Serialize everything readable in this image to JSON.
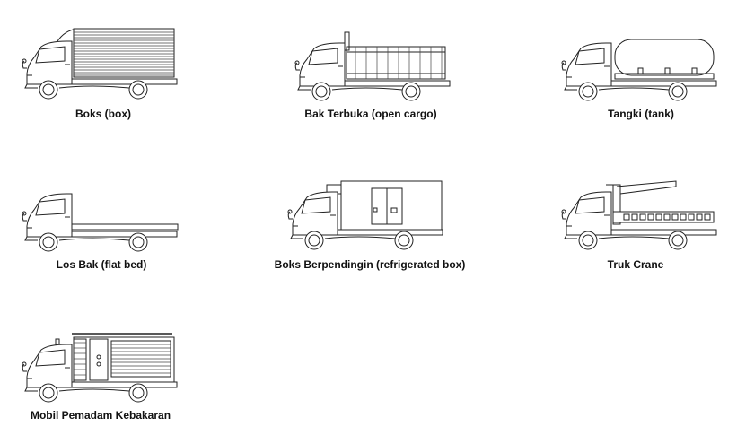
{
  "trucks": [
    {
      "id": "box",
      "label": "Boks (box)"
    },
    {
      "id": "open-cargo",
      "label": "Bak Terbuka (open cargo)"
    },
    {
      "id": "tank",
      "label": "Tangki (tank)"
    },
    {
      "id": "flat-bed",
      "label": "Los Bak (flat bed)"
    },
    {
      "id": "refrigerated-box",
      "label": "Boks Berpendingin (refrigerated box)"
    },
    {
      "id": "crane",
      "label": "Truk Crane"
    },
    {
      "id": "fire-truck",
      "label": "Mobil Pemadam Kebakaran"
    }
  ]
}
